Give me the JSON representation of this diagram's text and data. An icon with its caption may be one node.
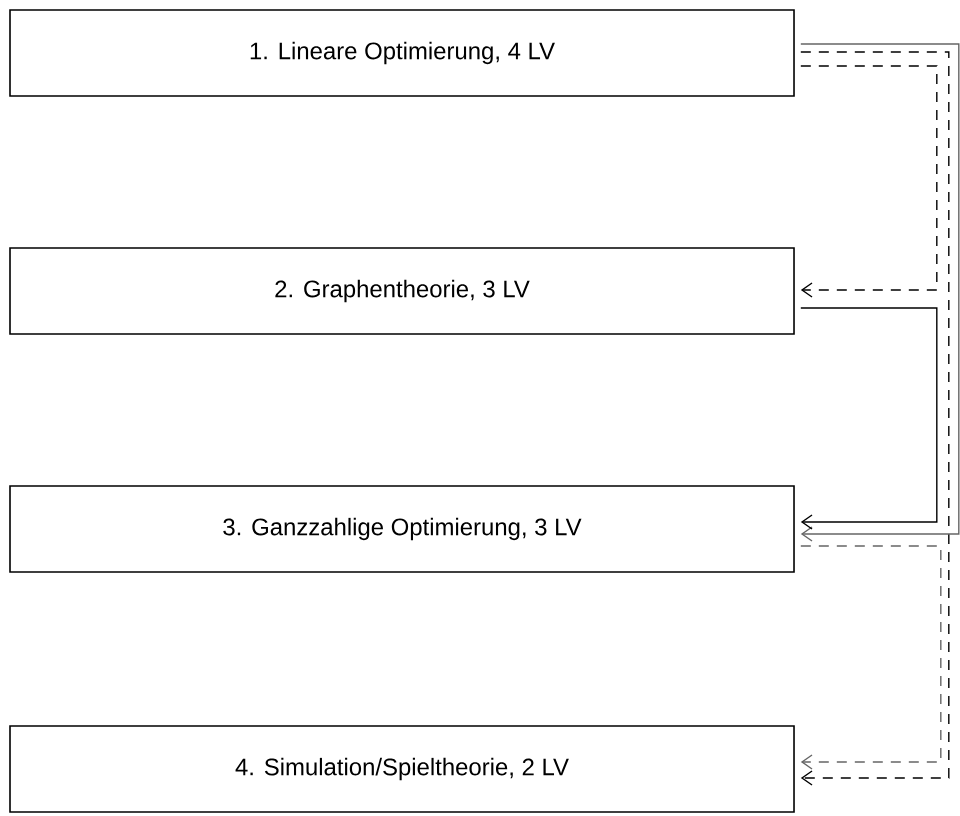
{
  "diagram": {
    "nodes": [
      {
        "text": [
          "1. Lineare Optimierung, 4 LV"
        ]
      },
      {
        "text": [
          "2. Graphentheorie, 3 LV"
        ]
      },
      {
        "text": [
          "3. Ganzzahlige Optimierung, 3 LV"
        ]
      },
      {
        "text": [
          "4. Simulation/Spieltheorie, 2 LV"
        ]
      }
    ],
    "edges": [
      {
        "from": 0,
        "to": 1,
        "arrow": "to",
        "style": "dashed"
      },
      {
        "from": 0,
        "to": 3,
        "arrow": "to",
        "style": "dashed"
      },
      {
        "from": 0,
        "to": 2,
        "arrow": "to",
        "color": "#666666"
      },
      {
        "from": 1,
        "to": 2,
        "arrow": "to"
      },
      {
        "from": 2,
        "to": 3,
        "arrow": "to",
        "style": "dashed",
        "color": "#666666"
      }
    ]
  }
}
